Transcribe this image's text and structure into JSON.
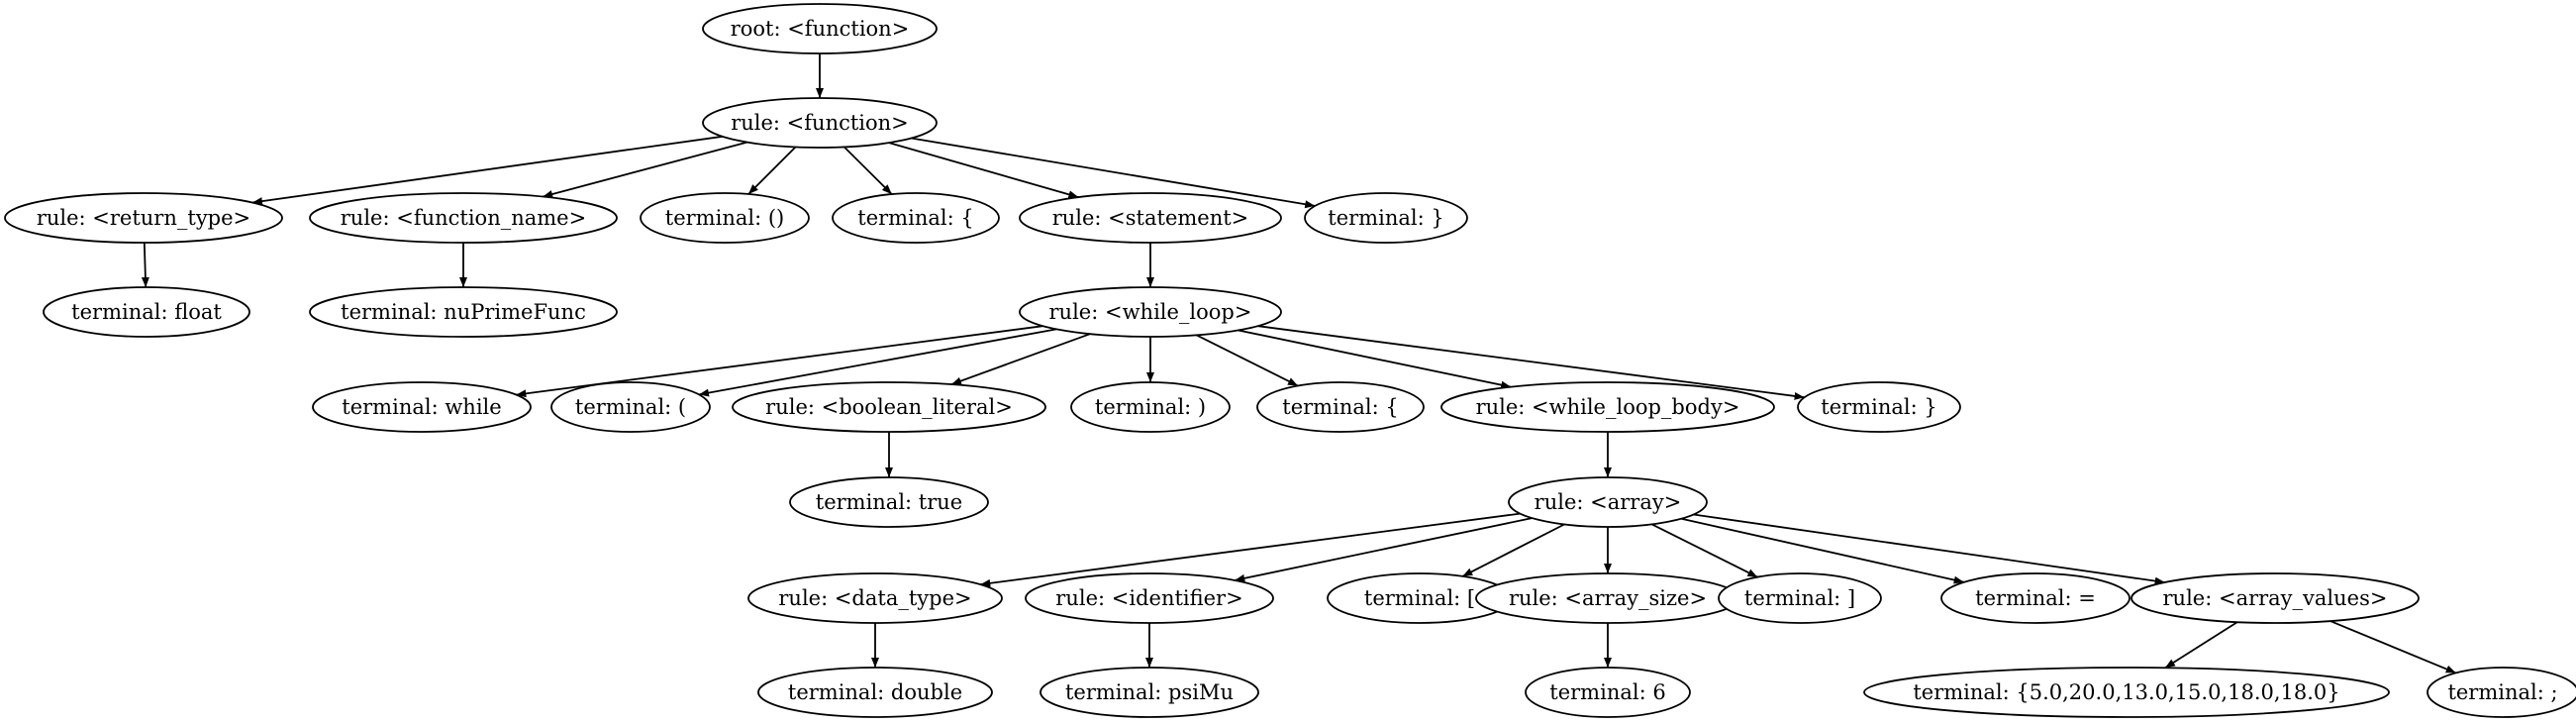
{
  "diagram": {
    "nodes": [
      {
        "id": "n0",
        "label": "root: <function>"
      },
      {
        "id": "n1",
        "label": "rule: <function>"
      },
      {
        "id": "n2",
        "label": "rule: <return_type>"
      },
      {
        "id": "n3",
        "label": "rule: <function_name>"
      },
      {
        "id": "n4",
        "label": "terminal: ()"
      },
      {
        "id": "n5",
        "label": "terminal: {"
      },
      {
        "id": "n6",
        "label": "rule: <statement>"
      },
      {
        "id": "n7",
        "label": "terminal: }"
      },
      {
        "id": "n8",
        "label": "terminal: float"
      },
      {
        "id": "n9",
        "label": "terminal: nuPrimeFunc"
      },
      {
        "id": "n10",
        "label": "rule: <while_loop>"
      },
      {
        "id": "n11",
        "label": "terminal: while"
      },
      {
        "id": "n12",
        "label": "terminal: ("
      },
      {
        "id": "n13",
        "label": "rule: <boolean_literal>"
      },
      {
        "id": "n14",
        "label": "terminal: )"
      },
      {
        "id": "n15",
        "label": "terminal: {"
      },
      {
        "id": "n16",
        "label": "rule: <while_loop_body>"
      },
      {
        "id": "n17",
        "label": "terminal: }"
      },
      {
        "id": "n18",
        "label": "terminal: true"
      },
      {
        "id": "n19",
        "label": "rule: <array>"
      },
      {
        "id": "n20",
        "label": "rule: <data_type>"
      },
      {
        "id": "n21",
        "label": "rule: <identifier>"
      },
      {
        "id": "n22",
        "label": "terminal: ["
      },
      {
        "id": "n23",
        "label": "rule: <array_size>"
      },
      {
        "id": "n24",
        "label": "terminal: ]"
      },
      {
        "id": "n25",
        "label": "terminal: ="
      },
      {
        "id": "n26",
        "label": "rule: <array_values>"
      },
      {
        "id": "n27",
        "label": "terminal: double"
      },
      {
        "id": "n28",
        "label": "terminal: psiMu"
      },
      {
        "id": "n29",
        "label": "terminal: 6"
      },
      {
        "id": "n30",
        "label": "terminal: {5.0,20.0,13.0,15.0,18.0,18.0}"
      },
      {
        "id": "n31",
        "label": "terminal: ;"
      }
    ],
    "edges": [
      [
        "n0",
        "n1"
      ],
      [
        "n1",
        "n2"
      ],
      [
        "n1",
        "n3"
      ],
      [
        "n1",
        "n4"
      ],
      [
        "n1",
        "n5"
      ],
      [
        "n1",
        "n6"
      ],
      [
        "n1",
        "n7"
      ],
      [
        "n2",
        "n8"
      ],
      [
        "n3",
        "n9"
      ],
      [
        "n6",
        "n10"
      ],
      [
        "n10",
        "n11"
      ],
      [
        "n10",
        "n12"
      ],
      [
        "n10",
        "n13"
      ],
      [
        "n10",
        "n14"
      ],
      [
        "n10",
        "n15"
      ],
      [
        "n10",
        "n16"
      ],
      [
        "n10",
        "n17"
      ],
      [
        "n13",
        "n18"
      ],
      [
        "n16",
        "n19"
      ],
      [
        "n19",
        "n20"
      ],
      [
        "n19",
        "n21"
      ],
      [
        "n19",
        "n22"
      ],
      [
        "n19",
        "n23"
      ],
      [
        "n19",
        "n24"
      ],
      [
        "n19",
        "n25"
      ],
      [
        "n19",
        "n26"
      ],
      [
        "n20",
        "n27"
      ],
      [
        "n21",
        "n28"
      ],
      [
        "n23",
        "n29"
      ],
      [
        "n26",
        "n30"
      ],
      [
        "n26",
        "n31"
      ]
    ]
  }
}
